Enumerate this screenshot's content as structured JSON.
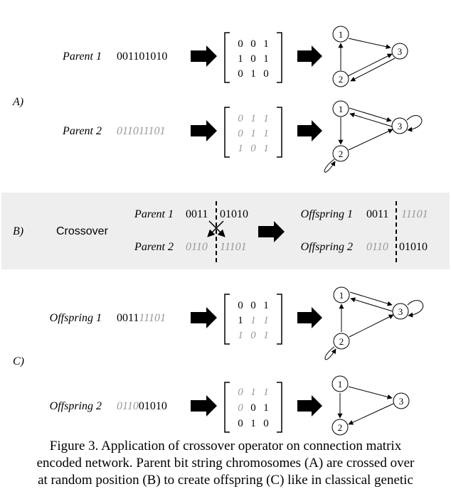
{
  "colors": {
    "gray_text": "#999999",
    "band_bg": "#eeeeee",
    "ink": "#000000"
  },
  "section_a": {
    "label": "A)",
    "parent1": {
      "label": "Parent 1",
      "bits": "001101010",
      "matrix": [
        [
          "0",
          "0",
          "1"
        ],
        [
          "1",
          "0",
          "1"
        ],
        [
          "0",
          "1",
          "0"
        ]
      ]
    },
    "parent2": {
      "label": "Parent 2",
      "bits": "011011101",
      "matrix": [
        [
          "0",
          "1",
          "1"
        ],
        [
          "0",
          "1",
          "1"
        ],
        [
          "1",
          "0",
          "1"
        ]
      ]
    }
  },
  "section_b": {
    "label": "B)",
    "operation": "Crossover",
    "parent1": {
      "label": "Parent 1",
      "left": "0011",
      "right": "01010"
    },
    "parent2": {
      "label": "Parent 2",
      "left": "0110",
      "right": "11101"
    },
    "offspring1": {
      "label": "Offspring 1",
      "left": "0011",
      "right": "11101"
    },
    "offspring2": {
      "label": "Offspring 2",
      "left": "0110",
      "right": "01010"
    }
  },
  "section_c": {
    "label": "C)",
    "offspring1": {
      "label": "Offspring 1",
      "bits_left": "0011",
      "bits_right": "11101",
      "matrix": [
        [
          "0",
          "0",
          "1"
        ],
        [
          "1",
          "1",
          "1"
        ],
        [
          "1",
          "0",
          "1"
        ]
      ]
    },
    "offspring2": {
      "label": "Offspring 2",
      "bits_left": "0110",
      "bits_right": "01010",
      "matrix": [
        [
          "0",
          "1",
          "1"
        ],
        [
          "0",
          "0",
          "1"
        ],
        [
          "0",
          "1",
          "0"
        ]
      ]
    }
  },
  "node_labels": [
    "1",
    "2",
    "3"
  ],
  "caption": {
    "line1": "Figure 3.  Application of crossover operator on connection matrix",
    "line2": "encoded network. Parent bit string chromosomes (A) are crossed over",
    "line3": "at random position (B) to create offspring (C) like in classical genetic"
  }
}
